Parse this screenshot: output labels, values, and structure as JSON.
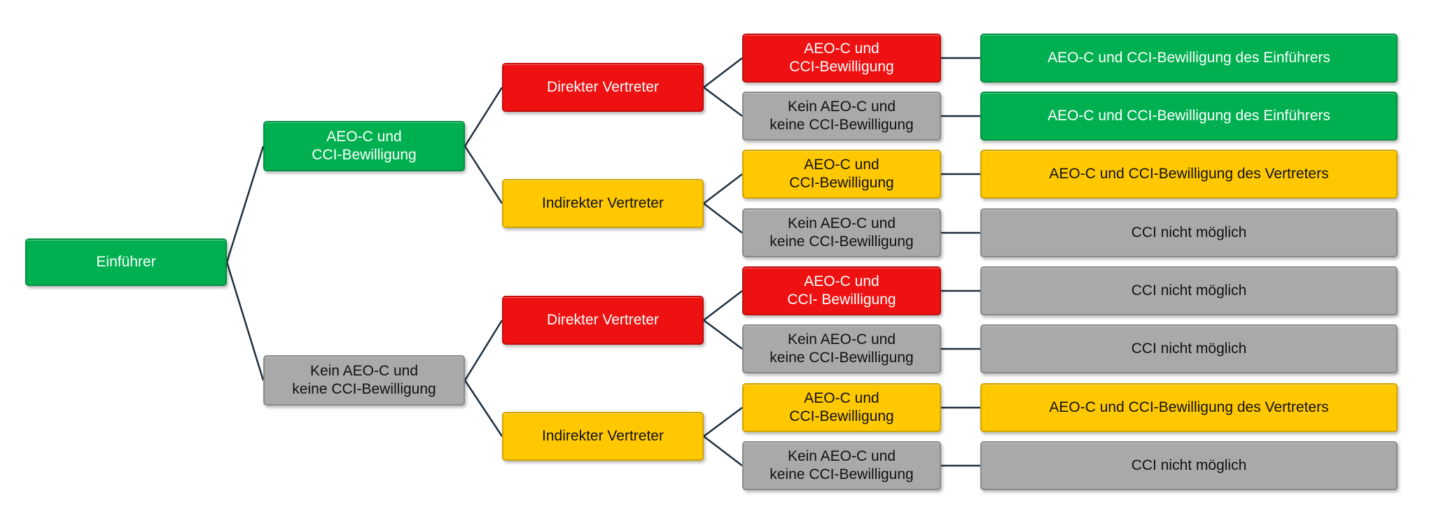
{
  "colors": {
    "green": "#00b050",
    "red": "#ee1111",
    "yellow": "#ffc800",
    "gray": "#a9a9a9",
    "connector": "#1f2f3f"
  },
  "root": {
    "label": "Einführer"
  },
  "level1": [
    {
      "label": "AEO-C und\nCCI-Bewilligung"
    },
    {
      "label": "Kein AEO-C und\nkeine  CCI-Bewilligung"
    }
  ],
  "level2": [
    {
      "label": "Direkter Vertreter"
    },
    {
      "label": "Indirekter Vertreter"
    },
    {
      "label": "Direkter Vertreter"
    },
    {
      "label": "Indirekter Vertreter"
    }
  ],
  "level3": [
    {
      "label": "AEO-C und\nCCI-Bewilligung"
    },
    {
      "label": "Kein AEO-C und\nkeine  CCI-Bewilligung"
    },
    {
      "label": "AEO-C und\nCCI-Bewilligung"
    },
    {
      "label": "Kein AEO-C und\nkeine  CCI-Bewilligung"
    },
    {
      "label": "AEO-C und\nCCI- Bewilligung"
    },
    {
      "label": "Kein AEO-C und\nkeine  CCI-Bewilligung"
    },
    {
      "label": "AEO-C und\nCCI-Bewilligung"
    },
    {
      "label": "Kein AEO-C und\nkeine  CCI-Bewilligung"
    }
  ],
  "results": [
    {
      "label": "AEO-C und CCI-Bewilligung des Einführers"
    },
    {
      "label": "AEO-C und CCI-Bewilligung des Einführers"
    },
    {
      "label": "AEO-C und CCI-Bewilligung des Vertreters"
    },
    {
      "label": "CCI nicht möglich"
    },
    {
      "label": "CCI nicht möglich"
    },
    {
      "label": "CCI nicht möglich"
    },
    {
      "label": "AEO-C und CCI-Bewilligung des Vertreters"
    },
    {
      "label": "CCI nicht möglich"
    }
  ]
}
